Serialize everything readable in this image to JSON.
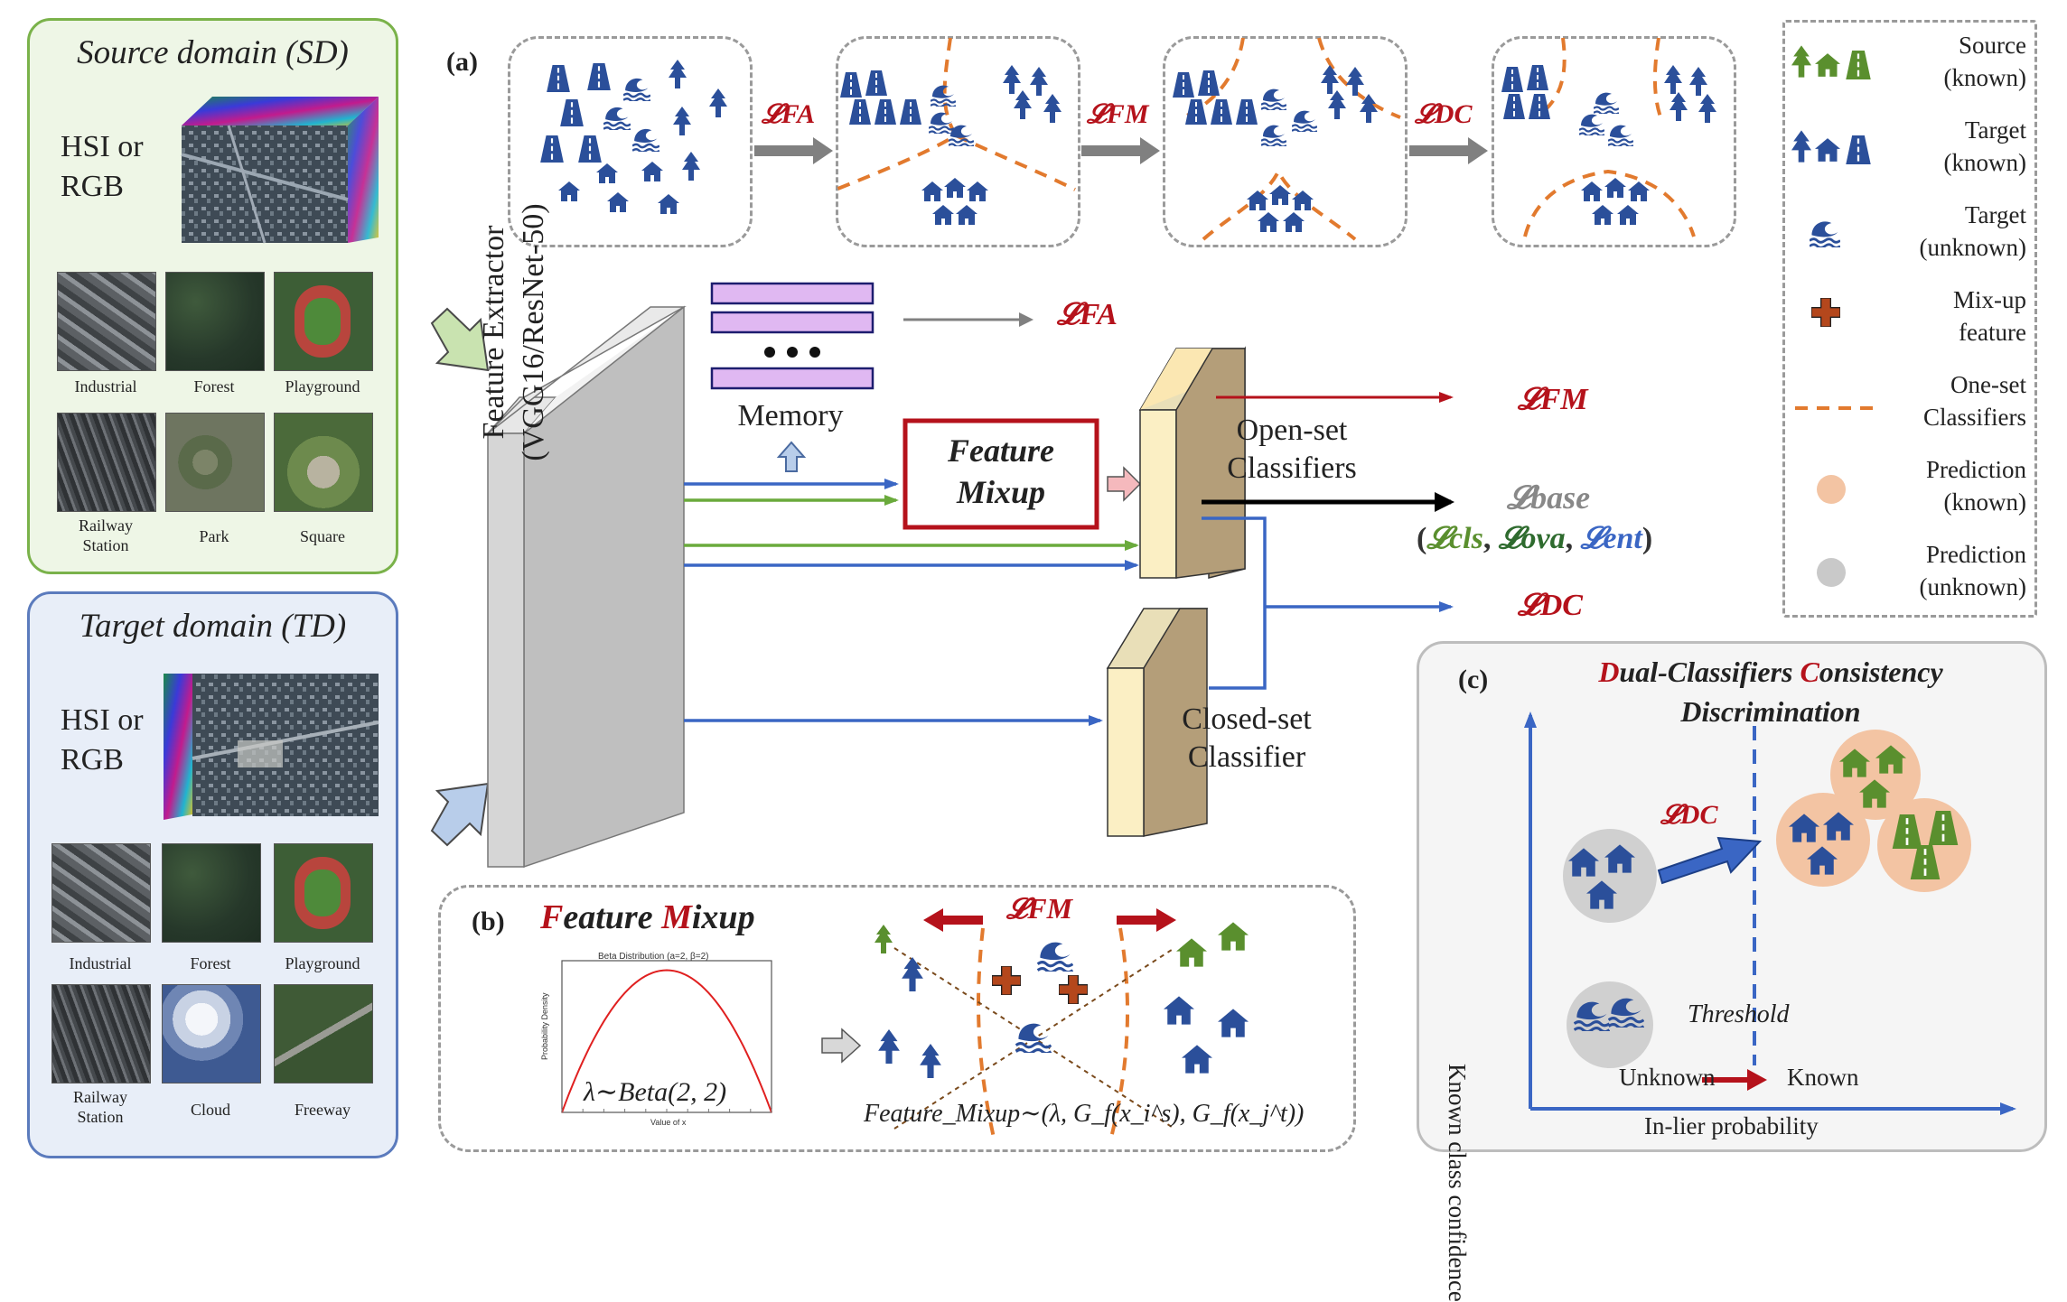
{
  "source_panel": {
    "title": "Source domain (SD)",
    "hsi_line1": "HSI or",
    "hsi_line2": "RGB",
    "thumbs": [
      {
        "label": "Industrial"
      },
      {
        "label": "Forest"
      },
      {
        "label": "Playground"
      },
      {
        "label1": "Railway",
        "label2": "Station"
      },
      {
        "label": "Park"
      },
      {
        "label": "Square"
      }
    ]
  },
  "target_panel": {
    "title": "Target domain (TD)",
    "hsi_line1": "HSI or",
    "hsi_line2": "RGB",
    "thumbs": [
      {
        "label": "Industrial"
      },
      {
        "label": "Forest"
      },
      {
        "label": "Playground"
      },
      {
        "label1": "Railway",
        "label2": "Station"
      },
      {
        "label": "Cloud"
      },
      {
        "label": "Freeway"
      }
    ]
  },
  "part_a": {
    "label": "(a)",
    "loss_fa": "𝓛FA",
    "loss_fm": "𝓛FM",
    "loss_dc": "𝓛DC"
  },
  "main": {
    "feature_extractor_line1": "Feature Extractor",
    "feature_extractor_line2": "(VGG16/ResNet-50)",
    "memory": "Memory",
    "mixup_line1": "Feature",
    "mixup_line2": "Mixup",
    "open_set_line1": "Open-set",
    "open_set_line2": "Classifiers",
    "closed_set_line1": "Closed-set",
    "closed_set_line2": "Classifier",
    "loss_fa": "𝓛FA",
    "loss_fm": "𝓛FM",
    "loss_base": "𝓛base",
    "loss_cls": "𝓛cls",
    "loss_ova": "𝓛ova",
    "loss_ent": "𝓛ent",
    "loss_dc": "𝓛DC"
  },
  "legend": [
    {
      "line1": "Source",
      "line2": "(known)"
    },
    {
      "line1": "Target",
      "line2": "(known)"
    },
    {
      "line1": "Target",
      "line2": "(unknown)"
    },
    {
      "line1": "Mix-up",
      "line2": "feature"
    },
    {
      "line1": "One-set",
      "line2": "Classifiers"
    },
    {
      "line1": "Prediction",
      "line2": "(known)"
    },
    {
      "line1": "Prediction",
      "line2": "(unknown)"
    }
  ],
  "part_b": {
    "label": "(b)",
    "title_f": "F",
    "title_eature": "eature ",
    "title_m": "M",
    "title_ixup": "ixup",
    "plot_title": "Beta Distribution (a=2, β=2)",
    "plot_ylabel": "Probability Density",
    "plot_xlabel": "Value of x",
    "lambda_formula": "λ∼Beta(2, 2)",
    "loss_fm": "𝓛FM",
    "formula": "Feature_Mixup∼(λ, G_f(x_i^s), G_f(x_j^t))"
  },
  "part_c": {
    "label": "(c)",
    "title_d": "D",
    "title_ual": "ual-Classifiers ",
    "title_c": "C",
    "title_onsistency": "onsistency",
    "title_line2": "Discrimination",
    "loss_dc": "𝓛DC",
    "threshold": "Threshold",
    "unknown": "Unknown",
    "known": "Known",
    "ylabel": "Known class confidence",
    "xlabel": "In-lier probability"
  },
  "colors": {
    "source_green": "#5a8f2e",
    "target_blue": "#2b4f9a",
    "loss_red": "#b5121b",
    "orange_dash": "#e27a2e",
    "pred_known": "#f3c4a3",
    "pred_unknown": "#c9c9c9"
  }
}
